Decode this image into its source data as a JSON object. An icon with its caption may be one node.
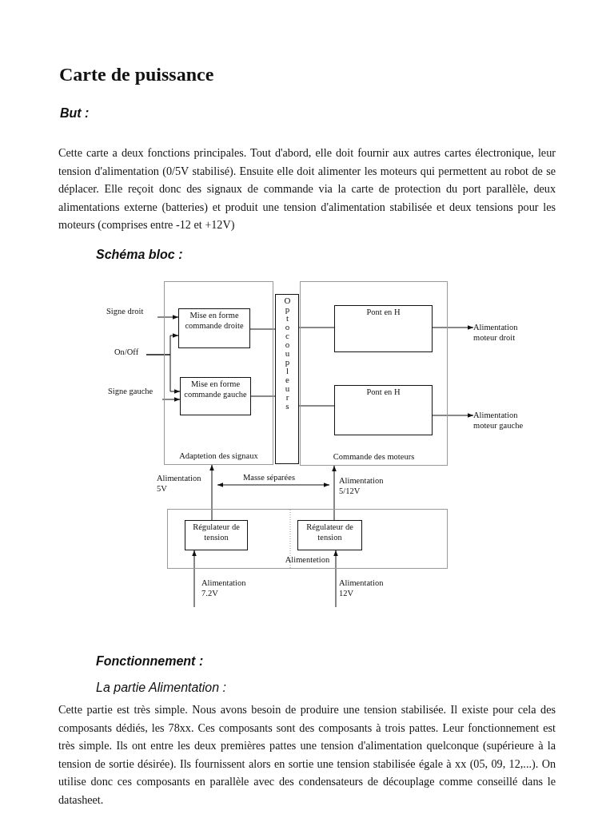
{
  "diagram": {
    "title": "Carte de puissance",
    "nodes": [
      {
        "text": [
          "Adaptetion des signaux"
        ]
      },
      {
        "text": [
          "Mise en forme commande droite"
        ],
        "in": 0
      },
      {
        "text": [
          "Mise en forme commande gauche"
        ],
        "in": 0
      },
      {
        "text": [
          "Optocoupleurs"
        ]
      },
      {
        "text": [
          "Commande des moteurs"
        ]
      },
      {
        "text": [
          "Pont en H"
        ],
        "in": 4
      },
      {
        "text": [
          "Pont en H"
        ],
        "in": 4
      },
      {
        "text": [
          "Alimentetion"
        ]
      },
      {
        "text": [
          "Régulateur de tension"
        ],
        "in": 7
      },
      {
        "text": [
          "Régulateur de tension"
        ],
        "in": 7
      },
      {
        "text": [
          "Signe droit"
        ]
      },
      {
        "text": [
          "On/Off"
        ]
      },
      {
        "text": [
          "Signe gauche"
        ]
      },
      {
        "text": [
          "Alimentation moteur droit"
        ]
      },
      {
        "text": [
          "Alimentation moteur gauche"
        ]
      }
    ],
    "edges": [
      {
        "from": 10,
        "to": 1,
        "arrow": "to"
      },
      {
        "from": 11,
        "to": 1,
        "arrow": "to"
      },
      {
        "from": 11,
        "to": 2,
        "arrow": "to"
      },
      {
        "from": 12,
        "to": 2,
        "arrow": "to"
      },
      {
        "from": 1,
        "to": 3,
        "arrow": "none"
      },
      {
        "from": 2,
        "to": 3,
        "arrow": "none"
      },
      {
        "from": 3,
        "to": 5,
        "arrow": "none"
      },
      {
        "from": 3,
        "to": 6,
        "arrow": "none"
      },
      {
        "from": 5,
        "to": 13,
        "arrow": "to"
      },
      {
        "from": 6,
        "to": 14,
        "arrow": "to"
      },
      {
        "from": 8,
        "to": 0,
        "arrow": "to",
        "label": "Alimentation 5V"
      },
      {
        "from": 9,
        "to": 4,
        "arrow": "to",
        "label": "Alimentation 5/12V"
      },
      {
        "from": null,
        "to": 8,
        "arrow": "to",
        "label": "Alimentation 7.2V"
      },
      {
        "from": null,
        "to": 9,
        "arrow": "to",
        "label": "Alimentation 12V"
      }
    ],
    "labels": [
      "But :",
      "Cette carte a deux fonctions principales. Tout d'abord, elle doit fournir aux autres cartes électronique, leur tension d'alimentation (0/5V stabilisé). Ensuite elle doit alimenter les moteurs qui permettent au robot de se déplacer. Elle reçoit donc des signaux de commande via la carte de protection du port parallèle, deux alimentations externe (batteries) et produit une tension d'alimentation stabilisée et deux tensions pour les moteurs (comprises entre -12 et +12V)",
      "Schéma bloc :",
      "Masse séparées",
      "Fonctionnement :",
      "La partie Alimentation :",
      "Cette partie est très simple. Nous avons besoin de produire une tension stabilisée. Il existe pour cela des composants dédiés, les 78xx. Ces composants sont des composants à trois pattes. Leur fonctionnement est très simple. Ils ont entre les deux premières pattes une tension d'alimentation quelconque (supérieure à la tension de sortie désirée). Ils fournissent alors en sortie une tension stabilisée égale à xx (05, 09, 12,...). On utilise donc ces composants en parallèle avec des condensateurs de découplage comme conseillé dans le datasheet."
    ]
  }
}
